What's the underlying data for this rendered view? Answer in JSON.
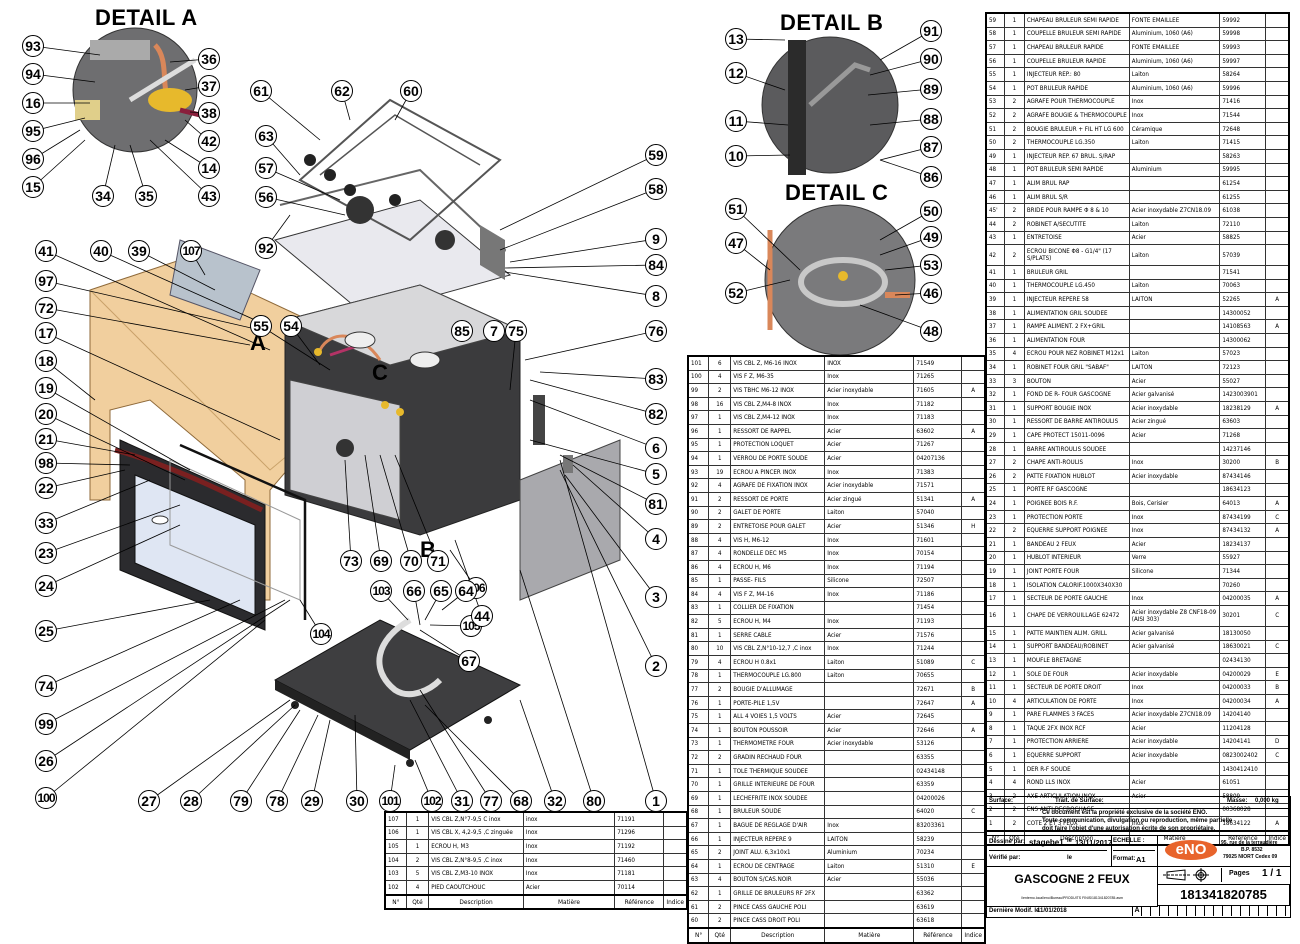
{
  "details": {
    "a_title": "DETAIL A",
    "b_title": "DETAIL B",
    "c_title": "DETAIL C",
    "view_letters": [
      "A",
      "B",
      "C"
    ]
  },
  "callouts": {
    "detail_a": [
      "93",
      "94",
      "16",
      "95",
      "96",
      "15",
      "34",
      "35",
      "43",
      "14",
      "42",
      "38",
      "37",
      "36"
    ],
    "detail_b": [
      "13",
      "12",
      "11",
      "10",
      "91",
      "90",
      "89",
      "88",
      "87",
      "86"
    ],
    "detail_c": [
      "51",
      "47",
      "52",
      "50",
      "49",
      "53",
      "46",
      "48"
    ],
    "main_top": [
      "61",
      "62",
      "60",
      "63",
      "57",
      "56",
      "92",
      "59",
      "58",
      "9",
      "84",
      "8"
    ],
    "main_left": [
      "41",
      "40",
      "39",
      "107",
      "97",
      "72",
      "17",
      "18",
      "19",
      "20",
      "21",
      "98",
      "22",
      "33",
      "23",
      "24",
      "25",
      "74",
      "99",
      "26",
      "100"
    ],
    "main_center": [
      "55",
      "54",
      "85",
      "7",
      "75",
      "76",
      "83",
      "82",
      "6",
      "5",
      "81",
      "4",
      "3",
      "2",
      "73",
      "69",
      "70",
      "71",
      "106",
      "103",
      "66",
      "65",
      "64",
      "105",
      "67",
      "104",
      "44"
    ],
    "main_bottom": [
      "27",
      "28",
      "79",
      "78",
      "29",
      "30",
      "101",
      "102",
      "31",
      "77",
      "68",
      "32",
      "80",
      "1"
    ]
  },
  "bom_header": {
    "no": "N°",
    "qty": "Qté",
    "desc": "Description",
    "mat": "Matière",
    "ref": "Référence",
    "ind": "Indice"
  },
  "bom_right": [
    [
      "59",
      "1",
      "CHAPEAU BRULEUR SEMI RAPIDE",
      "FONTE EMAILLEE",
      "59992",
      ""
    ],
    [
      "58",
      "1",
      "COUPELLE BRULEUR SEMI RAPIDE",
      "Aluminium, 1060 (A6)",
      "59998",
      ""
    ],
    [
      "57",
      "1",
      "CHAPEAU BRULEUR RAPIDE",
      "FONTE EMAILLEE",
      "59993",
      ""
    ],
    [
      "56",
      "1",
      "COUPELLE BRULEUR RAPIDE",
      "Aluminium, 1060 (A6)",
      "59997",
      ""
    ],
    [
      "55",
      "1",
      "INJECTEUR REP.: 80",
      "Laiton",
      "58264",
      ""
    ],
    [
      "54",
      "1",
      "POT BRULEUR RAPIDE",
      "Aluminium, 1060 (A6)",
      "59996",
      ""
    ],
    [
      "53",
      "2",
      "AGRAFE POUR THERMOCOUPLE",
      "Inox",
      "71416",
      ""
    ],
    [
      "52",
      "2",
      "AGRAFE BOUGIE & THERMOCOUPLE",
      "Inox",
      "71544",
      ""
    ],
    [
      "51",
      "2",
      "BOUGIE BRULEUR + FIL HT LG 600",
      "Céramique",
      "72648",
      ""
    ],
    [
      "50",
      "2",
      "THERMOCOUPLE LG.350",
      "Laiton",
      "71415",
      ""
    ],
    [
      "49",
      "1",
      "INJECTEUR REP. 67 BRUL. S/RAP",
      "",
      "58263",
      ""
    ],
    [
      "48",
      "1",
      "POT BRULEUR SEMI RAPIDE",
      "Aluminium",
      "59995",
      ""
    ],
    [
      "47",
      "1",
      "ALIM BRUL RAP",
      "",
      "61254",
      ""
    ],
    [
      "46",
      "1",
      "ALIM BRUL S/R",
      "",
      "61255",
      ""
    ],
    [
      "45'",
      "2",
      "BRIDE POUR RAMPE Φ 8 & 10",
      "Acier inoxydable Z7CN18.09",
      "61038",
      ""
    ],
    [
      "44",
      "2",
      "ROBINET A/SECUTITE",
      "Laiton",
      "72110",
      ""
    ],
    [
      "43",
      "1",
      "ENTRETOISE",
      "Acier",
      "58825",
      ""
    ],
    [
      "42",
      "2",
      "ECROU BICONE Φ8 - G1/4\" (17 S/PLATS)",
      "Laiton",
      "57039",
      ""
    ],
    [
      "41",
      "1",
      "BRULEUR GRIL",
      "",
      "71541",
      ""
    ],
    [
      "40",
      "1",
      "THERMOCOUPLE LG.450",
      "Laiton",
      "70063",
      ""
    ],
    [
      "39",
      "1",
      "INJECTEUR REPERE 58",
      "LAITON",
      "52265",
      "A"
    ],
    [
      "38",
      "1",
      "ALIMENTATION GRIL SOUDEE",
      "",
      "14300052",
      ""
    ],
    [
      "37",
      "1",
      "RAMPE ALIMENT. 2 FX+GRIL",
      "",
      "14108563",
      "A"
    ],
    [
      "36",
      "1",
      "ALIMENTATION FOUR",
      "",
      "14300062",
      ""
    ],
    [
      "35",
      "4",
      "ECROU POUR NEZ ROBINET M12x1",
      "Laiton",
      "57023",
      ""
    ],
    [
      "34",
      "1",
      "ROBINET FOUR GRIL \"SABAF\"",
      "LAITON",
      "72123",
      ""
    ],
    [
      "33",
      "3",
      "BOUTON",
      "Acier",
      "55027",
      ""
    ],
    [
      "32",
      "1",
      "FOND DE R- FOUR GASCOGNE",
      "Acier galvanisé",
      "1423003901",
      ""
    ],
    [
      "31",
      "1",
      "SUPPORT BOUGIE INOX",
      "Acier inoxydable",
      "18238129",
      "A"
    ],
    [
      "30",
      "1",
      "RESSORT DE BARRE ANTIROULIS",
      "Acier zingué",
      "63603",
      ""
    ],
    [
      "29",
      "1",
      "CAPE PROTECT 15011-0096",
      "Acier",
      "71268",
      ""
    ],
    [
      "28",
      "1",
      "BARRE ANTIROULIS SOUDEE",
      "",
      "14237146",
      ""
    ],
    [
      "27",
      "2",
      "CHAPE ANTI-ROULIS",
      "Inox",
      "30200",
      "B"
    ],
    [
      "26",
      "2",
      "PATTE FIXATION HUBLOT",
      "Acier inoxydable",
      "87434146",
      ""
    ],
    [
      "25",
      "1",
      "PORTE RF GASCOGNE",
      "",
      "18634123",
      ""
    ],
    [
      "24",
      "1",
      "POIGNEE BOIS R.F.",
      "Bois, Cerisier",
      "64013",
      "A"
    ],
    [
      "23",
      "1",
      "PROTECTION PORTE",
      "Inox",
      "87434199",
      "C"
    ],
    [
      "22",
      "2",
      "EQUERRE SUPPORT POIGNEE",
      "Inox",
      "87434132",
      "A"
    ],
    [
      "21",
      "1",
      "BANDEAU 2 FEUX",
      "Acier",
      "18234137",
      ""
    ],
    [
      "20",
      "1",
      "HUBLOT INTERIEUR",
      "Verre",
      "55927",
      ""
    ],
    [
      "19",
      "1",
      "JOINT PORTE FOUR",
      "Silicone",
      "71344",
      ""
    ],
    [
      "18",
      "1",
      "ISOLATION CALORIF.1000X340X30",
      "",
      "70260",
      ""
    ],
    [
      "17",
      "1",
      "SECTEUR DE PORTE GAUCHE",
      "Inox",
      "04200035",
      "A"
    ],
    [
      "16",
      "1",
      "CHAPE DE VERROUILLAGE 62472",
      "Acier inoxydable Z8 CNF18-09 (AISI 303)",
      "30201",
      "C"
    ],
    [
      "15",
      "1",
      "PATTE MAINTIEN ALIM. GRILL",
      "Acier galvanisé",
      "18130050",
      ""
    ],
    [
      "14",
      "1",
      "SUPPORT BANDEAU/ROBINET",
      "Acier galvanisé",
      "18630021",
      "C"
    ],
    [
      "13",
      "1",
      "MOUFLE BRETAGNE",
      "",
      "02434130",
      ""
    ],
    [
      "12",
      "1",
      "SOLE DE FOUR",
      "Acier inoxydable",
      "04200029",
      "E"
    ],
    [
      "11",
      "1",
      "SECTEUR DE PORTE DROIT",
      "Inox",
      "04200033",
      "B"
    ],
    [
      "10",
      "4",
      "ARTICULATION DE PORTE",
      "Inox",
      "04200034",
      "A"
    ],
    [
      "9",
      "1",
      "PARE FLAMMES 3 FACES",
      "Acier inoxydable Z7CN18.09",
      "14204140",
      ""
    ],
    [
      "8",
      "1",
      "TAQUE 2FX INOX RCF",
      "Acier",
      "11204128",
      ""
    ],
    [
      "7",
      "1",
      "PROTECTION ARRIERE",
      "Acier inoxydable",
      "14204141",
      "D"
    ],
    [
      "6",
      "1",
      "EQUERRE SUPPORT",
      "Acier inoxydable",
      "0823002402",
      "C"
    ],
    [
      "5",
      "1",
      "DER R-F SOUDE",
      "",
      "1430412410",
      ""
    ],
    [
      "4",
      "4",
      "ROND LLS INOX",
      "Acier",
      "61051",
      ""
    ],
    [
      "3",
      "2",
      "AXE ARTICULATION INOX",
      "Acier",
      "58809",
      ""
    ],
    [
      "2",
      "2",
      "ENS ANTI DECROCHAGE",
      "",
      "00368028",
      ""
    ],
    [
      "1",
      "2",
      "COTE 2 ET 3 FEUX",
      "Inox",
      "18634122",
      "A"
    ]
  ],
  "bom_middle": [
    [
      "101",
      "6",
      "VIS CBL Z, M6-16 INOX",
      "INOX",
      "71549",
      ""
    ],
    [
      "100",
      "4",
      "VIS F Z, M6-35",
      "Inox",
      "71265",
      ""
    ],
    [
      "99",
      "2",
      "VIS TBHC M6-12 INOX",
      "Acier inoxydable",
      "71605",
      "A"
    ],
    [
      "98",
      "16",
      "VIS CBL Z,M4-8 INOX",
      "Inox",
      "71182",
      ""
    ],
    [
      "97",
      "1",
      "VIS CBL Z,M4-12 INOX",
      "Inox",
      "71183",
      ""
    ],
    [
      "96",
      "1",
      "RESSORT DE RAPPEL",
      "Acier",
      "63602",
      "A"
    ],
    [
      "95",
      "1",
      "PROTECTION LOQUET",
      "Acier",
      "71267",
      ""
    ],
    [
      "94",
      "1",
      "VERROU DE PORTE SOUDE",
      "Acier",
      "04207136",
      ""
    ],
    [
      "93",
      "19",
      "ECROU A PINCER INOX",
      "Inox",
      "71383",
      ""
    ],
    [
      "92",
      "4",
      "AGRAFE DE FIXATION INOX",
      "Acier inoxydable",
      "71571",
      ""
    ],
    [
      "91",
      "2",
      "RESSORT DE PORTE",
      "Acier zingué",
      "51341",
      "A"
    ],
    [
      "90",
      "2",
      "GALET DE PORTE",
      "Laiton",
      "57040",
      ""
    ],
    [
      "89",
      "2",
      "ENTRETOISE POUR GALET",
      "Acier",
      "51346",
      "H"
    ],
    [
      "88",
      "4",
      "VIS H, M6-12",
      "Inox",
      "71601",
      ""
    ],
    [
      "87",
      "4",
      "RONDELLE DEC M5",
      "Inox",
      "70154",
      ""
    ],
    [
      "86",
      "4",
      "ECROU H, M6",
      "Inox",
      "71194",
      ""
    ],
    [
      "85",
      "1",
      "PASSE- FILS",
      "Silicone",
      "72507",
      ""
    ],
    [
      "84",
      "4",
      "VIS F Z, M4-16",
      "Inox",
      "71186",
      ""
    ],
    [
      "83",
      "1",
      "COLLIER DE FIXATION",
      "",
      "71454",
      ""
    ],
    [
      "82",
      "5",
      "ECROU H, M4",
      "Inox",
      "71193",
      ""
    ],
    [
      "81",
      "1",
      "SERRE CABLE",
      "Acier",
      "71576",
      ""
    ],
    [
      "80",
      "10",
      "VIS CBL Z,N°10-12,7 ,C  inox",
      "Inox",
      "71244",
      ""
    ],
    [
      "79",
      "4",
      "ECROU H 0.8x1",
      "Laiton",
      "51089",
      "C"
    ],
    [
      "78",
      "1",
      "THERMOCOUPLE LG.800",
      "Laiton",
      "70655",
      ""
    ],
    [
      "77",
      "2",
      "BOUGIE D'ALLUMAGE",
      "",
      "72671",
      "B"
    ],
    [
      "76",
      "1",
      "PORTE-PILE 1,5V",
      "",
      "72647",
      "A"
    ],
    [
      "75",
      "1",
      "ALL 4 VOIES 1,5 VOLTS",
      "Acier",
      "72645",
      ""
    ],
    [
      "74",
      "1",
      "BOUTON POUSSOIR",
      "Acier",
      "72646",
      "A"
    ],
    [
      "73",
      "1",
      "THERMOMETRE FOUR",
      "Acier inoxydable",
      "53126",
      ""
    ],
    [
      "72",
      "2",
      "GRADIN RECHAUD FOUR",
      "",
      "63355",
      ""
    ],
    [
      "71",
      "1",
      "TOLE THERMIQUE SOUDEE",
      "",
      "02434148",
      ""
    ],
    [
      "70",
      "1",
      "GRILLE INTERIEURE DE FOUR",
      "",
      "63359",
      ""
    ],
    [
      "69",
      "1",
      "LECHEFRITE INOX SOUDEE",
      "",
      "04200026",
      ""
    ],
    [
      "68",
      "1",
      "BRULEUR SOUDE",
      "",
      "64020",
      "C"
    ],
    [
      "67",
      "1",
      "BAGUE DE REGLAGE D'AIR",
      "Inox",
      "83203361",
      ""
    ],
    [
      "66",
      "1",
      "INJECTEUR REPERE 9",
      "LAITON",
      "58239",
      ""
    ],
    [
      "65",
      "2",
      "JOINT ALU. 6,3x10x1",
      "Aluminium",
      "70234",
      ""
    ],
    [
      "64",
      "1",
      "ECROU DE CENTRAGE",
      "Laiton",
      "51310",
      "E"
    ],
    [
      "63",
      "4",
      "BOUTON S/CAS.NOIR",
      "Acier",
      "55036",
      ""
    ],
    [
      "62",
      "1",
      "GRILLE DE BRULEURS RF 2FX",
      "",
      "63362",
      ""
    ],
    [
      "61",
      "2",
      "PINCE CASS GAUCHE POLI",
      "",
      "63619",
      ""
    ],
    [
      "60",
      "2",
      "PINCE CASS DROIT POLI",
      "",
      "63618",
      ""
    ]
  ],
  "bom_left": [
    [
      "107",
      "1",
      "VIS CBL Z,N°7-9,5 C  inox",
      "inox",
      "71191",
      ""
    ],
    [
      "106",
      "1",
      "VIS CBL X, 4,2-9,5 ,C  zinguée",
      "Inox",
      "71296",
      ""
    ],
    [
      "105",
      "1",
      "ECROU H, M3",
      "Inox",
      "71192",
      ""
    ],
    [
      "104",
      "2",
      "VIS CBL Z,N°8-9,5 ,C  inox",
      "Inox",
      "71460",
      ""
    ],
    [
      "103",
      "5",
      "VIS CBL Z,M3-10 INOX",
      "Inox",
      "71181",
      ""
    ],
    [
      "102",
      "4",
      "PIED CAOUTCHOUC",
      "Acier",
      "70114",
      ""
    ]
  ],
  "title_block": {
    "surface_label": "Surface:",
    "trait_label": "Trait. de Surface:",
    "masse_label": "Masse:",
    "masse_value": "0,000 kg",
    "notice_1": "Ce document est la propriété exclusive de la société ENO.",
    "notice_2": "Toute communication, divulgation ou reproduction, même partielle",
    "notice_3": "doit faire l'objet d'une autorisation écrite de son propriétaire.",
    "drawn_by_label": "Dessiné par:",
    "drawn_by": "stagebe1",
    "date_label_1": "le",
    "drawn_date": "13/11/2017",
    "checked_by_label": "Vérifié par:",
    "date_label_2": "le",
    "scale_label": "ECHELLE :",
    "format_label": "Format:",
    "format_value": "A1",
    "company_logo": "eNO",
    "address_1": "95, rue de la terraudière",
    "address_2": "B.P. 8532",
    "address_3": "79025 NIORT Cedex 09",
    "pages_label": "Pages",
    "pages_value": "1 / 1",
    "drawing_title": "GASCOGNE 2 FEUX",
    "file_path": "\\\\enterno.local\\eno\\Bureau\\PRODUITS FINIS\\181341820785.asm",
    "drawing_number": "181341820785",
    "last_mod_label": "Dernière Modif. le",
    "last_mod_date": "11/01/2018",
    "revision": "A",
    "logo_color": "#e8642c"
  }
}
